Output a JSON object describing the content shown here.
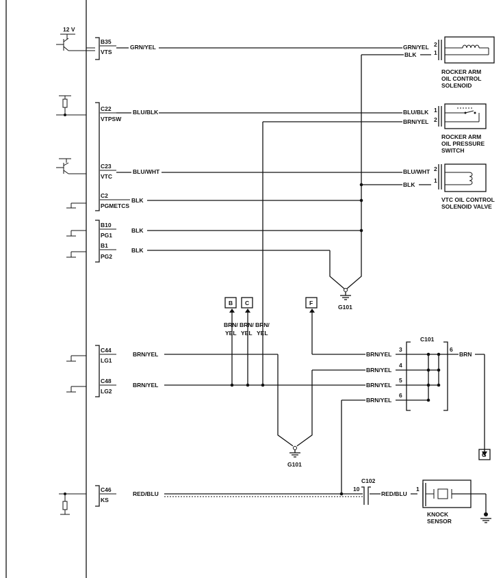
{
  "ecm": {
    "supply_label": "12 V",
    "pins": [
      {
        "pin": "B35",
        "name": "VTS",
        "wire": "GRN/YEL"
      },
      {
        "pin": "C22",
        "name": "VTPSW",
        "wire": "BLU/BLK"
      },
      {
        "pin": "C23",
        "name": "VTC",
        "wire": "BLU/WHT"
      },
      {
        "pin": "C2",
        "name": "PGMETCS",
        "wire": "BLK"
      },
      {
        "pin": "B10",
        "name": "PG1",
        "wire": "BLK"
      },
      {
        "pin": "B1",
        "name": "PG2",
        "wire": "BLK"
      },
      {
        "pin": "C44",
        "name": "LG1",
        "wire": "BRN/YEL"
      },
      {
        "pin": "C48",
        "name": "LG2",
        "wire": "BRN/YEL"
      },
      {
        "pin": "C46",
        "name": "KS",
        "wire": "RED/BLU"
      }
    ]
  },
  "components": {
    "rocker_solenoid": {
      "line1": "ROCKER ARM",
      "line2": "OIL CONTROL",
      "line3": "SOLENOID",
      "pin_top": "2",
      "pin_bot": "1",
      "wire_top": "GRN/YEL",
      "wire_bot": "BLK"
    },
    "pressure_switch": {
      "line1": "ROCKER ARM",
      "line2": "OIL PRESSURE",
      "line3": "SWITCH",
      "pin_top": "1",
      "pin_bot": "2",
      "wire_top": "BLU/BLK",
      "wire_bot": "BRN/YEL"
    },
    "vtc_solenoid": {
      "line1": "VTC OIL CONTROL",
      "line2": "SOLENOID VALVE",
      "pin_top": "2",
      "pin_bot": "1",
      "wire_top": "BLU/WHT",
      "wire_bot": "BLK"
    },
    "knock_sensor": {
      "line1": "KNOCK",
      "line2": "SENSOR",
      "pin": "1"
    }
  },
  "grounds": {
    "g101_upper": "G101",
    "g101_lower": "G101"
  },
  "connectors": {
    "c101": {
      "name": "C101",
      "pins_left": [
        "3",
        "4",
        "5",
        "6"
      ],
      "wires_left": [
        "BRN/YEL",
        "BRN/YEL",
        "BRN/YEL",
        "BRN/YEL"
      ],
      "pin_right": "6",
      "wire_right": "BRN"
    },
    "c102": {
      "name": "C102",
      "pin": "10",
      "wire_right": "RED/BLU"
    }
  },
  "refs": {
    "B": "B",
    "C": "C",
    "F": "F",
    "G": "G"
  },
  "branch_wires": {
    "w1a": "BRN/",
    "w1b": "YEL",
    "w2a": "BRN/",
    "w2b": "YEL",
    "w3a": "BRN/",
    "w3b": "YEL"
  }
}
